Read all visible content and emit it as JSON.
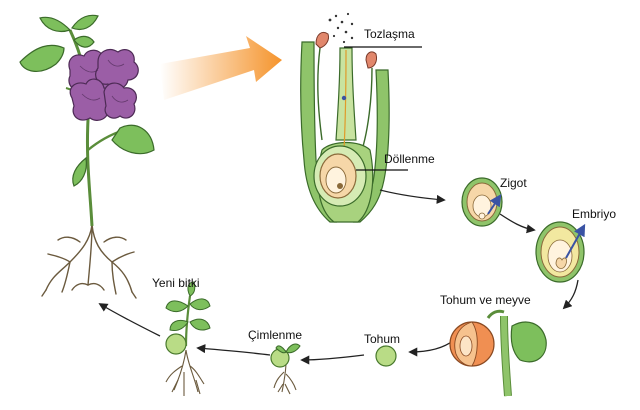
{
  "labels": {
    "pollination": "Tozlaşma",
    "fertilization": "Döllenme",
    "zygote": "Zigot",
    "embryo": "Embriyo",
    "seed_and_fruit": "Tohum ve meyve",
    "seed": "Tohum",
    "germination": "Çimlenme",
    "new_plant": "Yeni bitki"
  },
  "colors": {
    "flower": "#9b5ea6",
    "leaf": "#7dbf5c",
    "stem": "#8fc46a",
    "pale_green": "#d6ebb4",
    "ovule": "#f6d7a8",
    "fruit": "#f08f52",
    "pollen": "#e1876c",
    "embryo_arrow": "#3a53a4",
    "big_arrow": "#f5942c",
    "cycle_arrow": "#222222"
  },
  "icons": {
    "big_arrow": "orange-gradient-arrow",
    "cycle_arrows": "black-arrow"
  }
}
